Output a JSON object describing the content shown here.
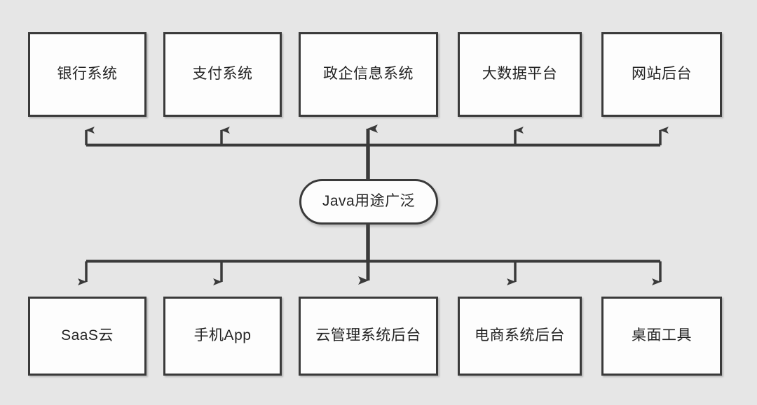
{
  "diagram": {
    "title": "Java用途广泛",
    "background_color": "#e6e6e6",
    "node_fill_color": "#fdfdfd",
    "node_border_color": "#3a3a3a",
    "connector_color": "#3a3a3a",
    "center": {
      "label": "Java用途广泛",
      "shape": "rounded-rectangle"
    },
    "top_row": {
      "relation": "inbound-arrows-to-top-nodes",
      "nodes": [
        {
          "label": "银行系统"
        },
        {
          "label": "支付系统"
        },
        {
          "label": "政企信息系统"
        },
        {
          "label": "大数据平台"
        },
        {
          "label": "网站后台"
        }
      ]
    },
    "bottom_row": {
      "relation": "outbound-arrows-to-bottom-nodes",
      "nodes": [
        {
          "label": "SaaS云"
        },
        {
          "label": "手机App"
        },
        {
          "label": "云管理系统后台"
        },
        {
          "label": "电商系统后台"
        },
        {
          "label": "桌面工具"
        }
      ]
    }
  }
}
